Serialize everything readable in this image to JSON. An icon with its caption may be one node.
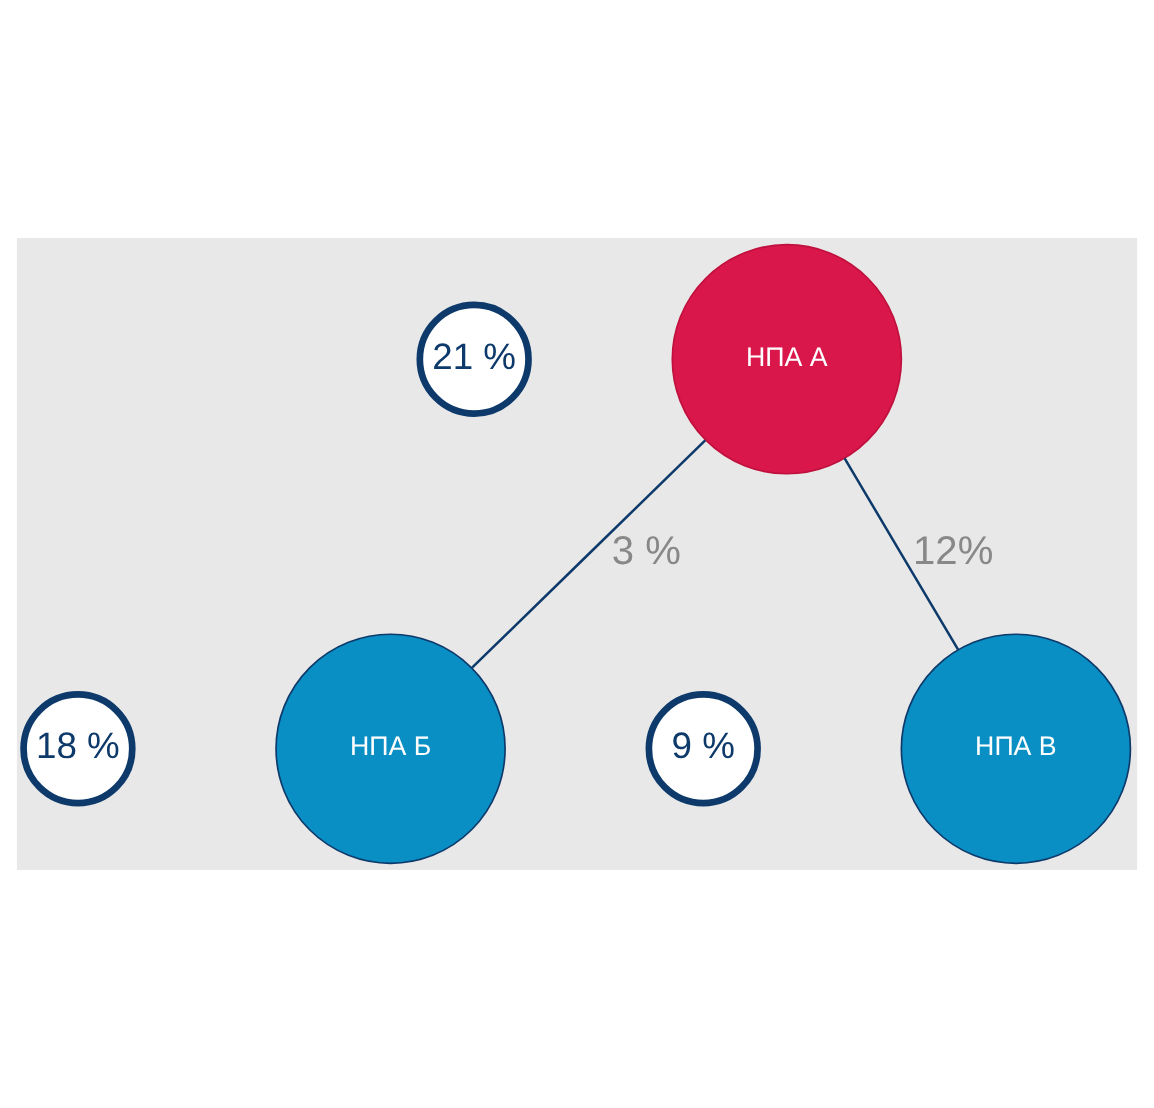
{
  "diagram": {
    "nodes": [
      {
        "text": [
          "21 %"
        ]
      },
      {
        "text": [
          "НПА А"
        ]
      },
      {
        "text": [
          "18 %"
        ]
      },
      {
        "text": [
          "НПА Б"
        ]
      },
      {
        "text": [
          "9 %"
        ]
      },
      {
        "text": [
          "НПА В"
        ]
      }
    ],
    "edges": [
      {
        "from": 1,
        "to": 3,
        "arrow": "none",
        "label": "3 %"
      },
      {
        "from": 1,
        "to": 5,
        "arrow": "none",
        "label": "12%"
      }
    ]
  }
}
